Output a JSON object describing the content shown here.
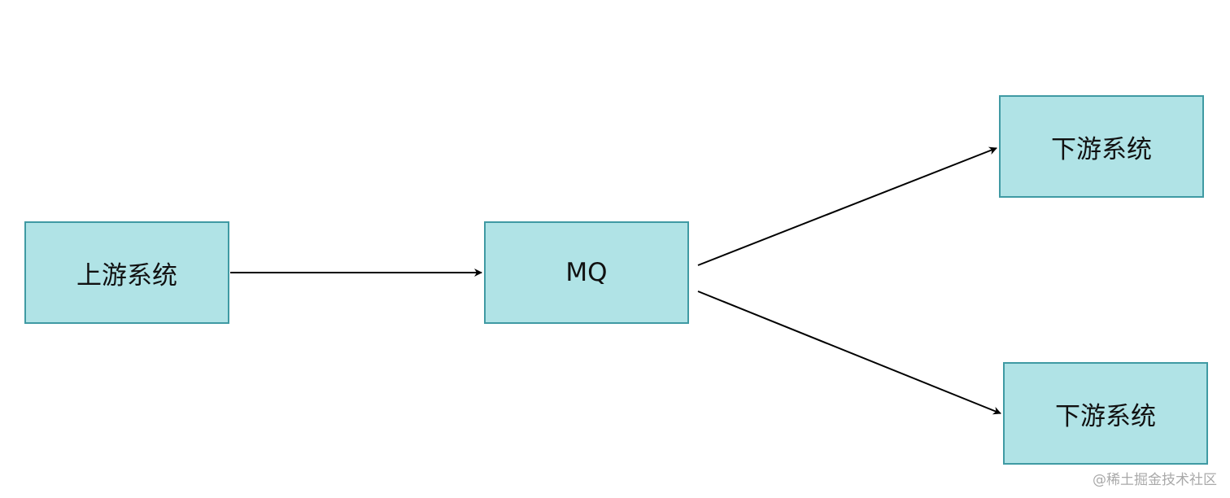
{
  "nodes": {
    "upstream": "上游系统",
    "mq": "MQ",
    "downstream_1": "下游系统",
    "downstream_2": "下游系统"
  },
  "watermark": "@稀土掘金技术社区"
}
